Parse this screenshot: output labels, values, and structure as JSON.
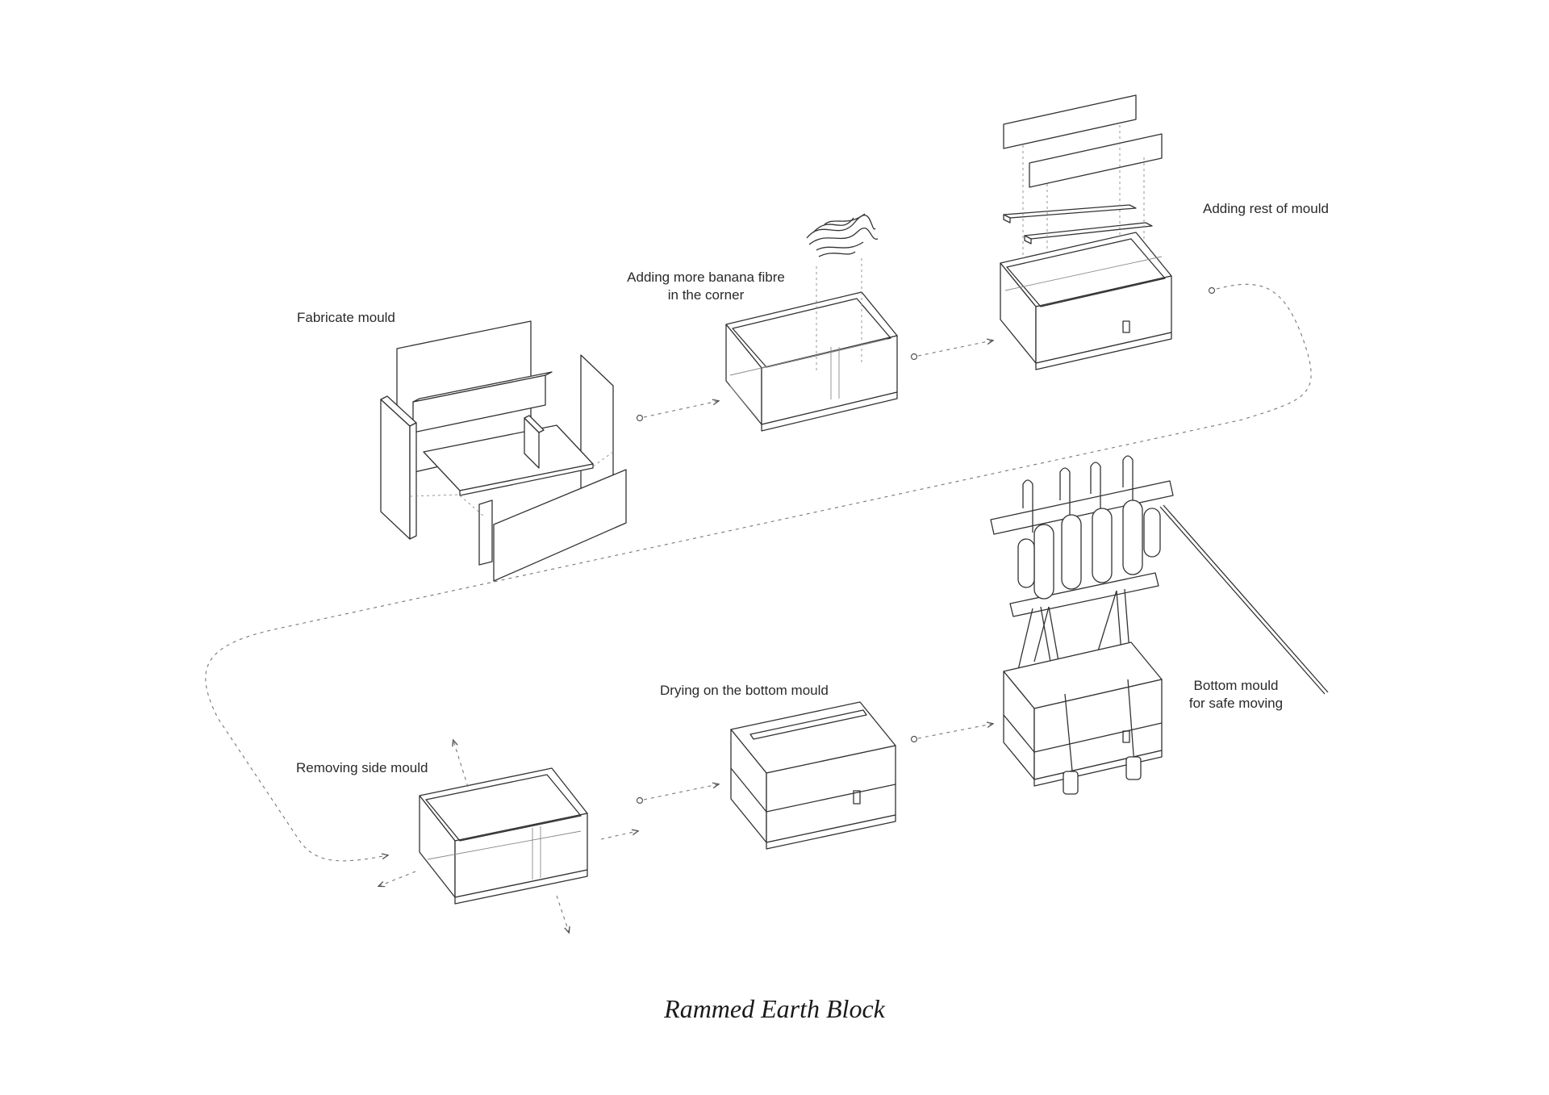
{
  "title": "Rammed Earth Block",
  "steps": [
    {
      "label": "Fabricate mould"
    },
    {
      "label_line1": "Adding more banana fibre",
      "label_line2": "in the corner"
    },
    {
      "label": "Adding rest of mould"
    },
    {
      "label": "Removing side mould"
    },
    {
      "label": "Drying on the bottom mould"
    },
    {
      "label_line1": "Bottom mould",
      "label_line2": "for safe moving"
    }
  ]
}
